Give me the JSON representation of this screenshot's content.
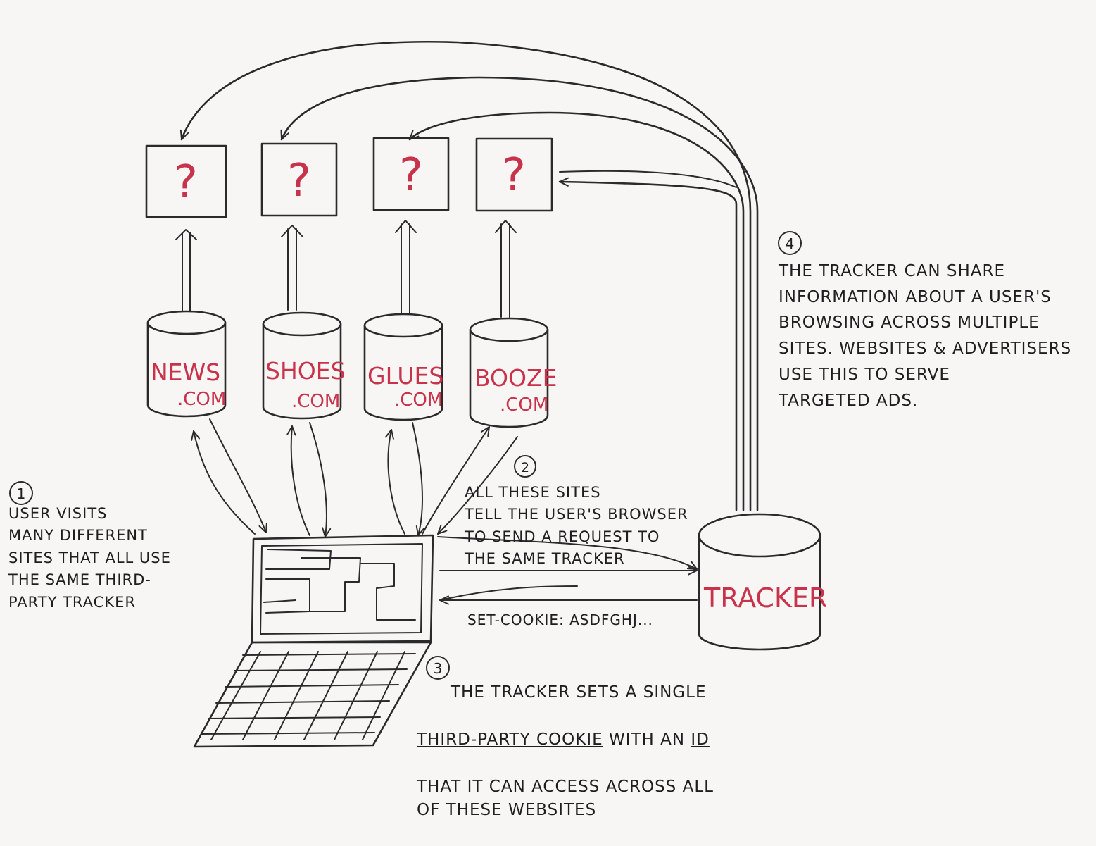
{
  "question_mark": "?",
  "sites": [
    {
      "name": "NEWS",
      "suffix": ".COM"
    },
    {
      "name": "SHOES",
      "suffix": ".COM"
    },
    {
      "name": "GLUES",
      "suffix": ".COM"
    },
    {
      "name": "BOOZE",
      "suffix": ".COM"
    }
  ],
  "tracker": {
    "label": "TRACKER"
  },
  "cookie_header": "SET-COOKIE: ASDFGHJ...",
  "notes": {
    "step1": {
      "number": "1",
      "text": "USER VISITS\nMANY DIFFERENT\nSITES THAT ALL USE\nTHE SAME THIRD-\nPARTY TRACKER"
    },
    "step2": {
      "number": "2",
      "text": "ALL THESE SITES\nTELL THE USER'S BROWSER\nTO SEND A REQUEST TO\nTHE SAME TRACKER"
    },
    "step3": {
      "number": "3",
      "line1": "THE TRACKER SETS A SINGLE",
      "underline": "THIRD-PARTY COOKIE",
      "line2_rest": " WITH AN ",
      "underline_id": "ID",
      "line3": "THAT IT CAN ACCESS ACROSS ALL\nOF THESE WEBSITES"
    },
    "step4": {
      "number": "4",
      "text": "THE TRACKER CAN SHARE\nINFORMATION ABOUT A USER'S\nBROWSING ACROSS MULTIPLE\nSITES. WEBSITES & ADVERTISERS\nUSE THIS TO SERVE\nTARGETED ADS."
    }
  },
  "colors": {
    "ink": "#2a2a2a",
    "red": "#c8324a",
    "paper": "#f7f6f4"
  }
}
